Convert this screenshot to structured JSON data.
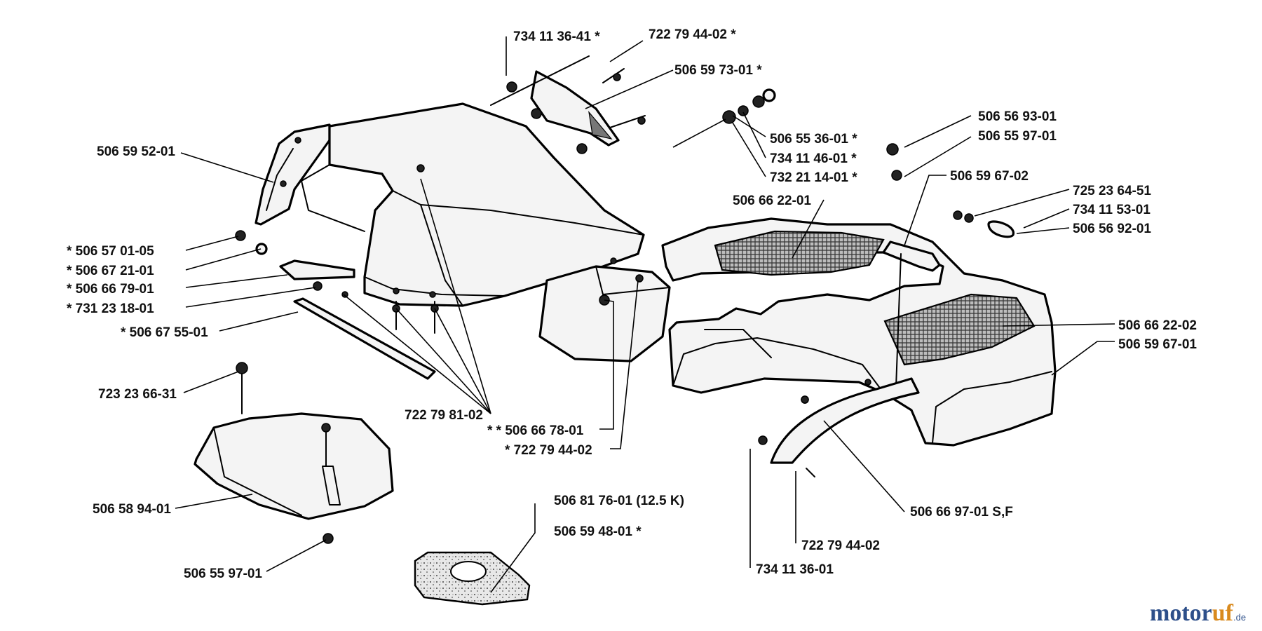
{
  "labels": [
    {
      "text": "734 11 36-41  *"
    },
    {
      "text": "722 79 44-02  *"
    },
    {
      "text": "506 59 73-01  *"
    },
    {
      "text": "506 59 52-01"
    },
    {
      "text": "506 55 36-01  *"
    },
    {
      "text": "734 11 46-01  *"
    },
    {
      "text": "732 21 14-01  *"
    },
    {
      "text": "506 56 93-01"
    },
    {
      "text": "506 55 97-01"
    },
    {
      "text": "506 59 67-02"
    },
    {
      "text": "506 66 22-01"
    },
    {
      "text": "725 23 64-51"
    },
    {
      "text": "734 11 53-01"
    },
    {
      "text": "506 56 92-01"
    },
    {
      "text": "*  506 57 01-05"
    },
    {
      "text": "*  506 67 21-01"
    },
    {
      "text": "*  506 66 79-01"
    },
    {
      "text": "*  731 23 18-01"
    },
    {
      "text": "*  506 67 55-01"
    },
    {
      "text": "506 66 22-02"
    },
    {
      "text": "506 59 67-01"
    },
    {
      "text": "723 23 66-31"
    },
    {
      "text": "722 79 81-02"
    },
    {
      "text": "*  *  506 66 78-01"
    },
    {
      "text": "*  722 79 44-02"
    },
    {
      "text": "506 58 94-01"
    },
    {
      "text": "506 81 76-01 (12.5 K)"
    },
    {
      "text": "506 59 48-01  *"
    },
    {
      "text": "506 66 97-01 S,F"
    },
    {
      "text": "722 79 44-02"
    },
    {
      "text": "734 11 36-01"
    },
    {
      "text": "506 55 97-01"
    }
  ],
  "watermark": {
    "part1": "motor",
    "part2": "uf",
    "suffix": ".de"
  },
  "colors": {
    "line": "#000000",
    "background": "#ffffff",
    "watermark_blue": "#2d4f8a",
    "watermark_orange": "#d98a1e"
  }
}
